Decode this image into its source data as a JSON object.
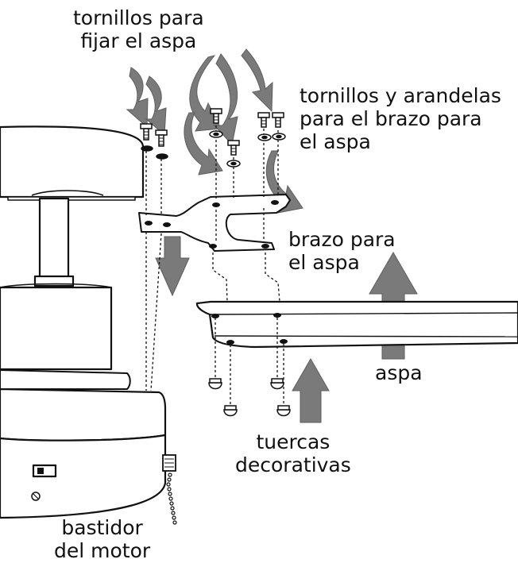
{
  "colors": {
    "ink": "#111111",
    "arrow": "#7a7a7a",
    "arrow_edge": "#5e5e5e",
    "fill": "#ffffff"
  },
  "labels": {
    "blade_screws": {
      "line1": "tornillos para",
      "line2": "fijar el aspa"
    },
    "arm_screws": {
      "line1": "tornillos y arandelas",
      "line2": "para el brazo para",
      "line3": "el aspa"
    },
    "blade_arm": {
      "line1": "brazo para",
      "line2": "el aspa"
    },
    "blade": {
      "line1": "aspa"
    },
    "decorative_nuts": {
      "line1": "tuercas",
      "line2": "decorativas"
    },
    "motor_housing": {
      "line1": "bastidor",
      "line2": "del motor"
    }
  }
}
